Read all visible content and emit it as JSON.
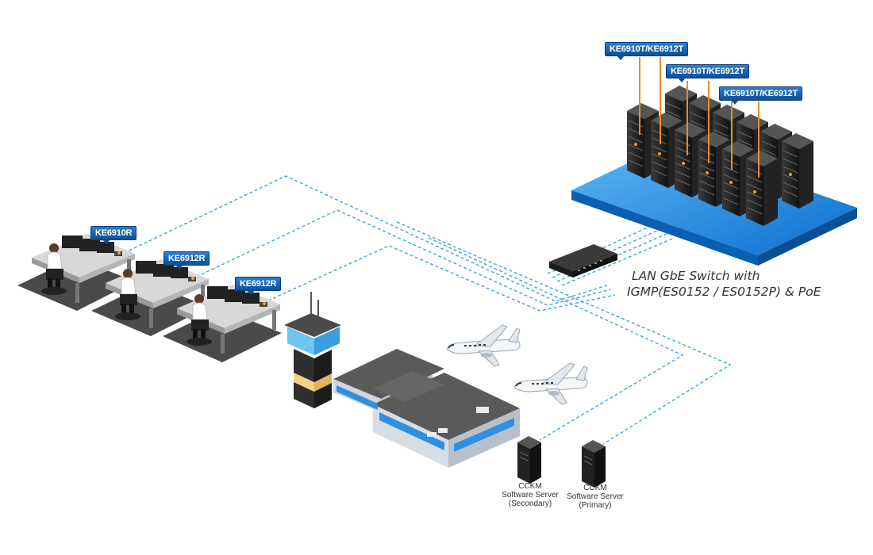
{
  "transmitter_labels": [
    "KE6910T/KE6912T",
    "KE6910T/KE6912T",
    "KE6910T/KE6912T"
  ],
  "receiver_labels": [
    "KE6910R",
    "KE6912R",
    "KE6912R"
  ],
  "switch_label": {
    "line1": "LAN GbE Switch with",
    "line2": "IGMP(ES0152 / ES0152P) & PoE"
  },
  "servers": [
    {
      "line1": "CCKM",
      "line2": "Software Server",
      "line3": "(Secondary)"
    },
    {
      "line1": "CCKM",
      "line2": "Software Server",
      "line3": "(Primary)"
    }
  ],
  "colors": {
    "connection_line": "#3aa6e0",
    "transmitter_line": "#f08a1c",
    "platform": "#1e88e5",
    "label_bg": "#0d4e95"
  }
}
